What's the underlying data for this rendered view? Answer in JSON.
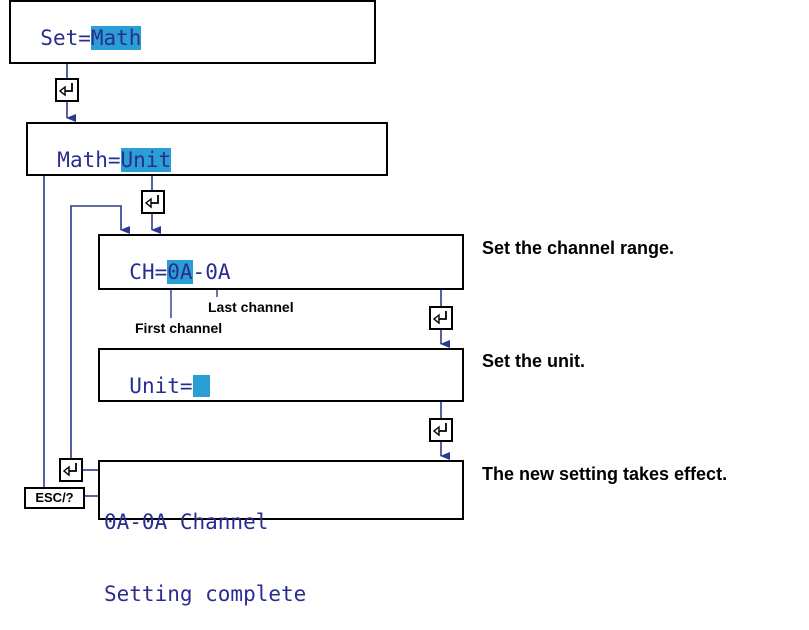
{
  "screens": {
    "set": {
      "prefix": "Set=",
      "value": "Math"
    },
    "math": {
      "prefix": "Math=",
      "value": "Unit"
    },
    "channel": {
      "prefix": "CH=",
      "first": "0A",
      "separator": "-",
      "last": "0A"
    },
    "unit": {
      "prefix": "Unit="
    },
    "complete": {
      "line1": "0A-0A Channel",
      "line2": "Setting complete"
    }
  },
  "annotations": {
    "channel_range": "Set the channel range.",
    "unit": "Set the unit.",
    "effect": "The new setting takes effect.",
    "last_channel": "Last channel",
    "first_channel": "First channel"
  },
  "keys": {
    "enter_icon": "enter-key-icon",
    "esc_label": "ESC/?"
  },
  "colors": {
    "highlight": "#2a9fd6",
    "lcd_text": "#2a2d8f",
    "arrow": "#2b3a8c"
  }
}
